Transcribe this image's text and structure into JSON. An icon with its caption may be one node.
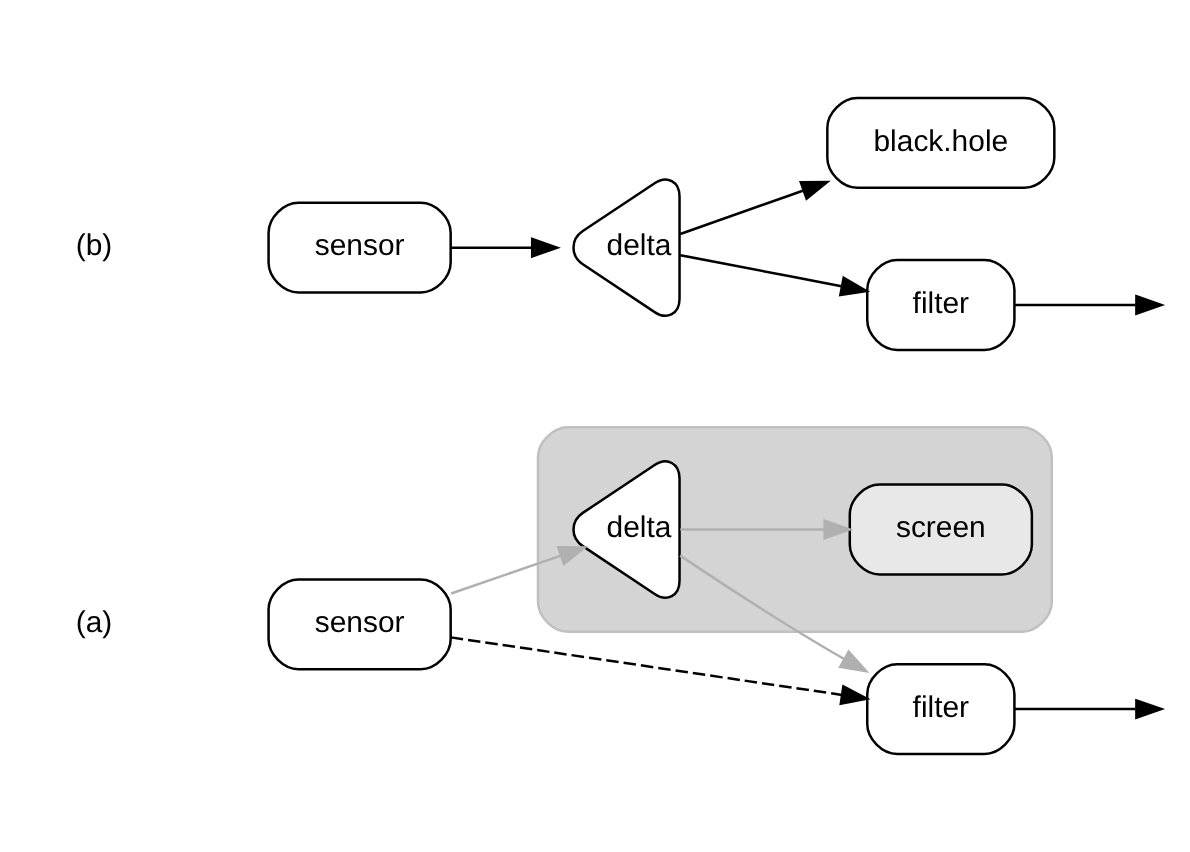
{
  "diagram": {
    "nodes": [
      {
        "text": [],
        "shape": "box"
      },
      {
        "text": [
          "sensor"
        ]
      },
      {
        "text": [
          "delta"
        ],
        "in": 0
      },
      {
        "text": [
          "screen"
        ],
        "in": 0
      },
      {
        "text": [
          "filter"
        ]
      },
      {
        "text": [
          "sensor"
        ]
      },
      {
        "text": [
          "delta"
        ]
      },
      {
        "text": [
          "black.hole"
        ]
      },
      {
        "text": [
          "filter"
        ]
      }
    ],
    "edges": [
      {
        "from": 1,
        "to": 2,
        "arrow": "to",
        "color": "#b0b0b0"
      },
      {
        "from": 2,
        "to": 3,
        "arrow": "to",
        "color": "#b0b0b0"
      },
      {
        "from": 2,
        "to": 4,
        "arrow": "to",
        "color": "#b0b0b0"
      },
      {
        "from": 1,
        "to": 4,
        "arrow": "to",
        "style": "dashed"
      },
      {
        "from": 4,
        "to": null,
        "arrow": "to"
      },
      {
        "from": 5,
        "to": 6,
        "arrow": "to"
      },
      {
        "from": 6,
        "to": 7,
        "arrow": "to"
      },
      {
        "from": 6,
        "to": 8,
        "arrow": "to"
      },
      {
        "from": 8,
        "to": null,
        "arrow": "to"
      }
    ],
    "labels": [
      "(a)",
      "(b)"
    ]
  }
}
